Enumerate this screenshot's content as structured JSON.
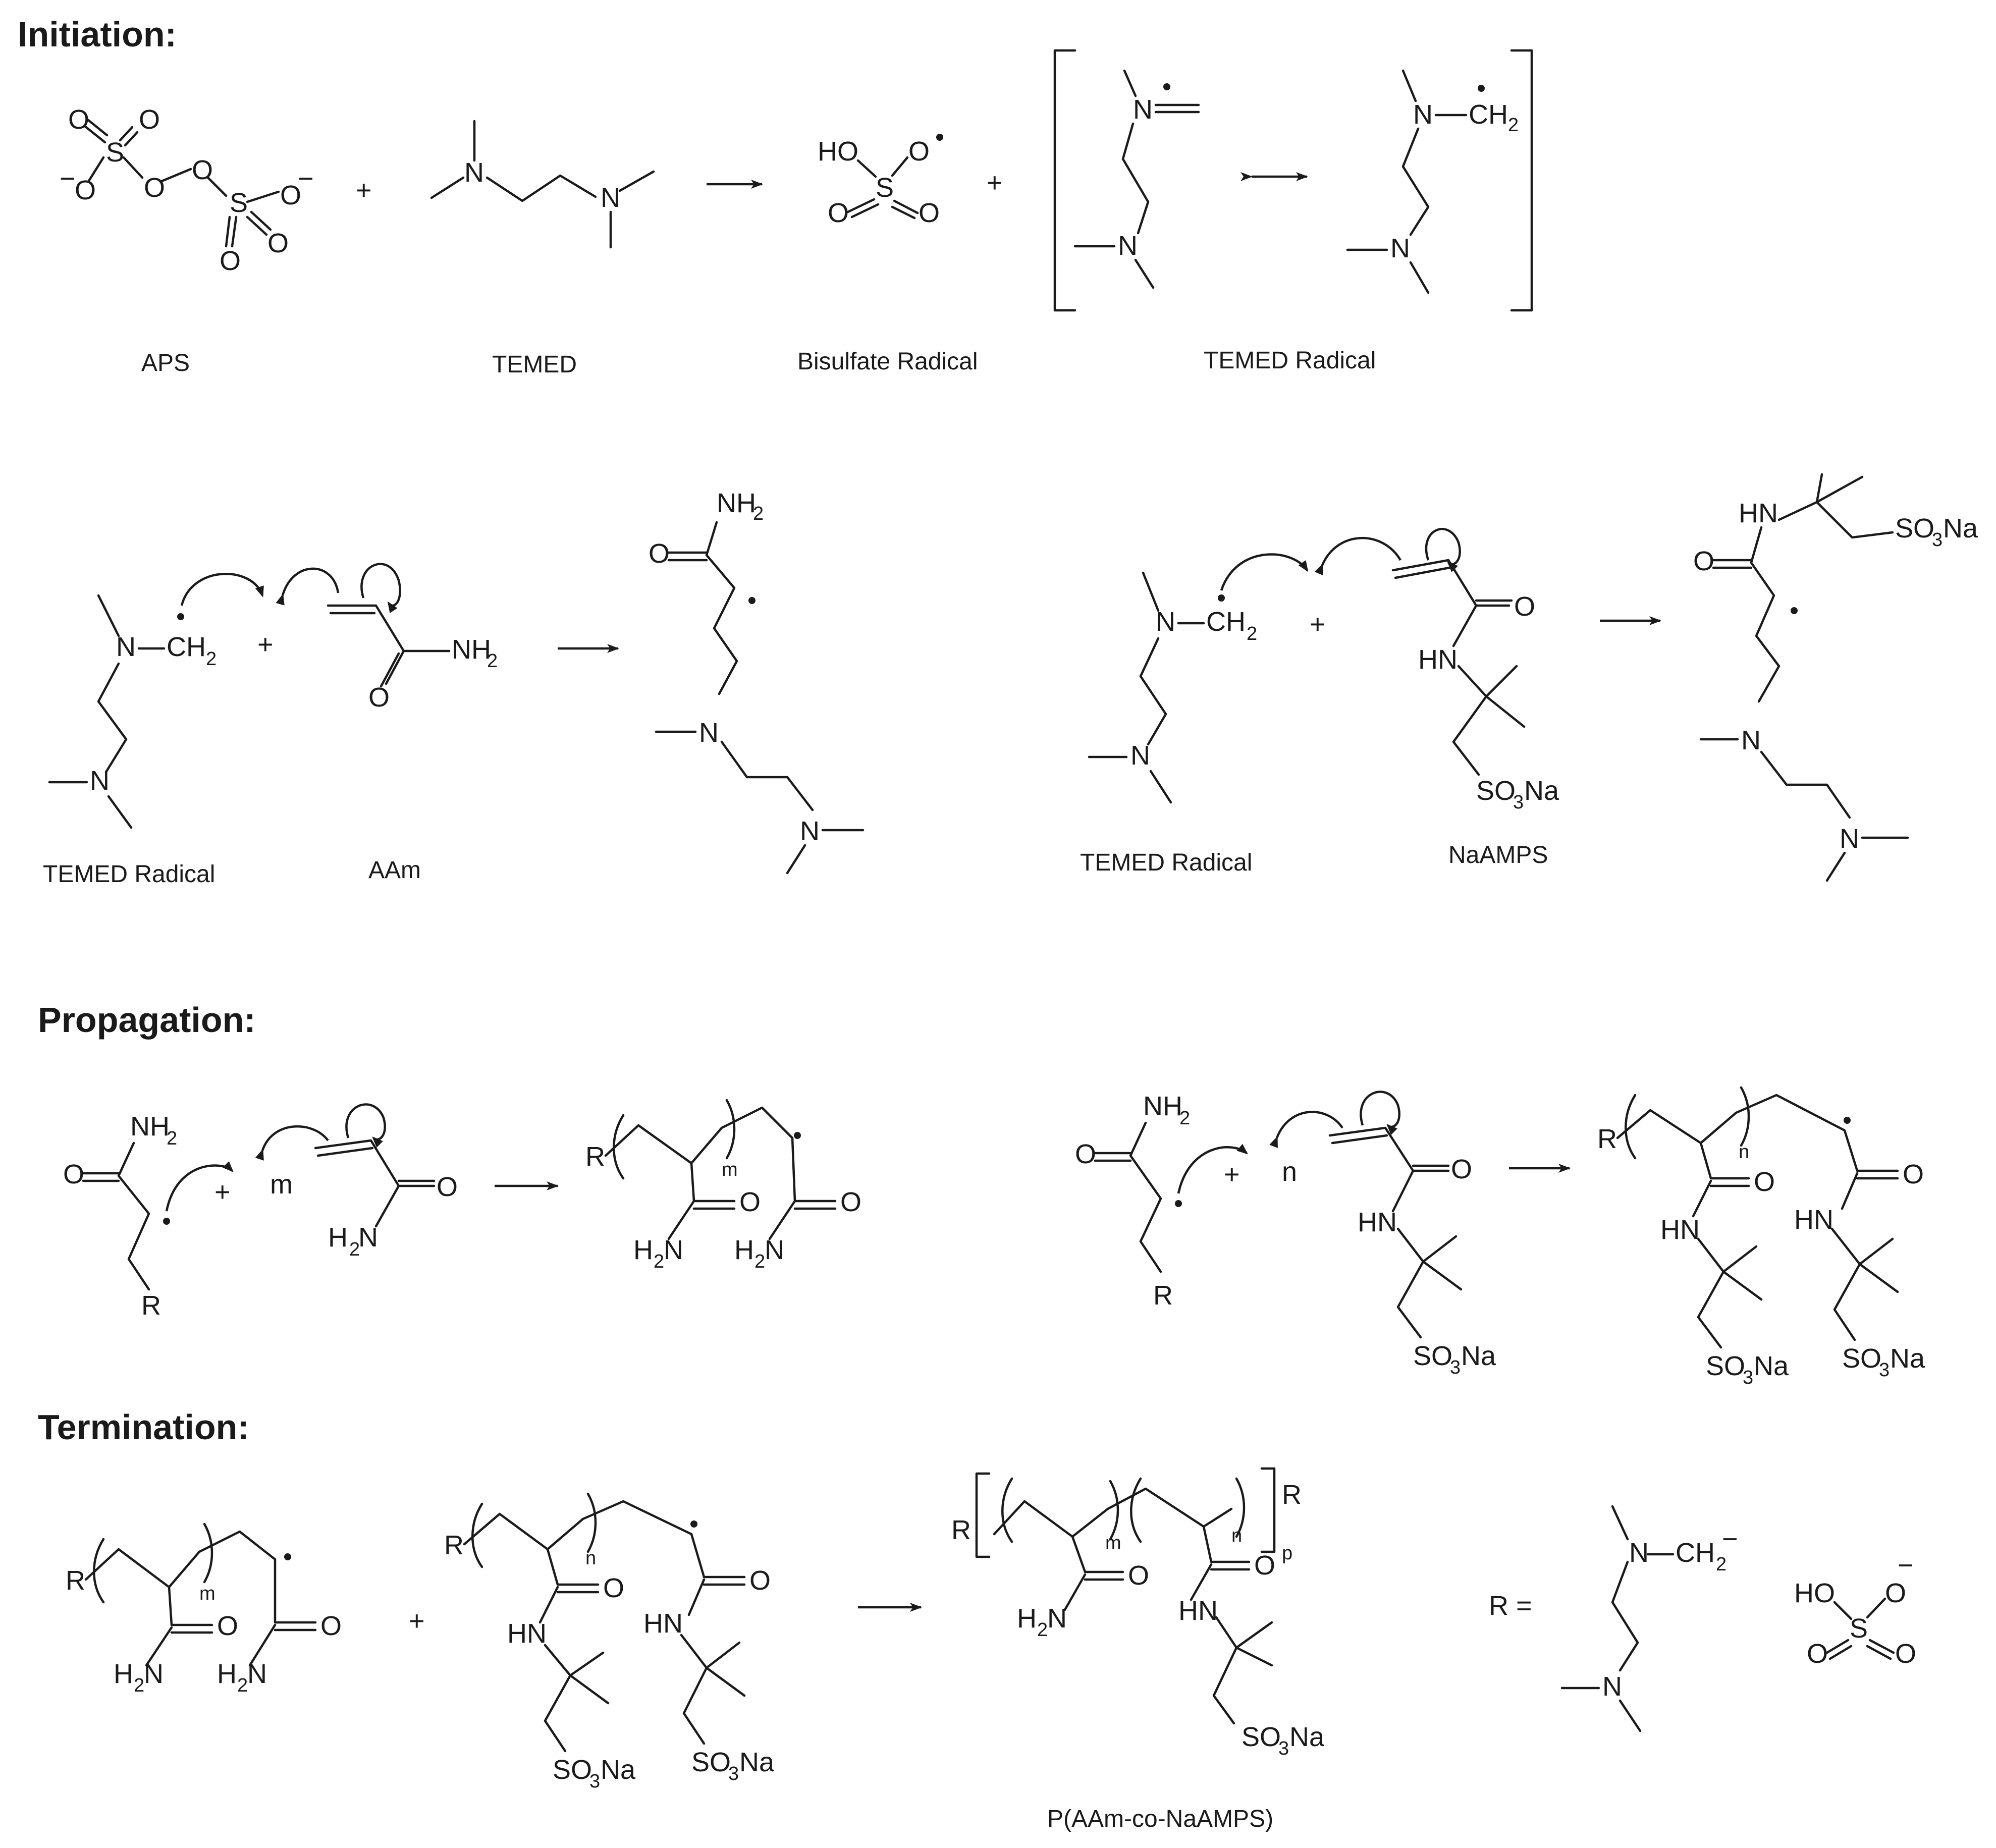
{
  "sections": {
    "initiation": "Initiation:",
    "propagation": "Propagation:",
    "termination": "Termination:"
  },
  "captions": {
    "aps": "APS",
    "temed": "TEMED",
    "bisulfate": "Bisulfate Radical",
    "temed_radical_1": "TEMED Radical",
    "temed_radical_2": "TEMED Radical",
    "aam": "AAm",
    "temed_radical_3": "TEMED Radical",
    "naamps": "NaAMPS",
    "product": "P(AAm-co-NaAMPS)"
  },
  "symbols": {
    "plus": "+",
    "r_equals": "R =",
    "R": "R",
    "N": "N",
    "O": "O",
    "S": "S",
    "HO": "HO",
    "HN": "HN",
    "NH2": "NH",
    "H2N": "H",
    "CH2": "CH",
    "SO3Na_a": "SO",
    "Na": "Na",
    "sub2": "2",
    "sub3": "3",
    "m": "m",
    "n": "n",
    "p": "p",
    "minus": "−"
  }
}
